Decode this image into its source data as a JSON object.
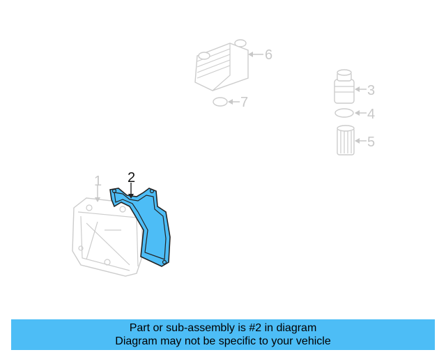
{
  "callouts": {
    "part1": "1",
    "part2": "2",
    "part3": "3",
    "part4": "4",
    "part5": "5",
    "part6": "6",
    "part7": "7"
  },
  "highlighted_part": "2",
  "colors": {
    "highlight": "#4dbdf6",
    "faded": "#c8c8c8",
    "banner": "#4dbdf6"
  },
  "banner": {
    "line1": "Part or sub-assembly is #2 in diagram",
    "line2": "Diagram may not be specific to your vehicle"
  }
}
